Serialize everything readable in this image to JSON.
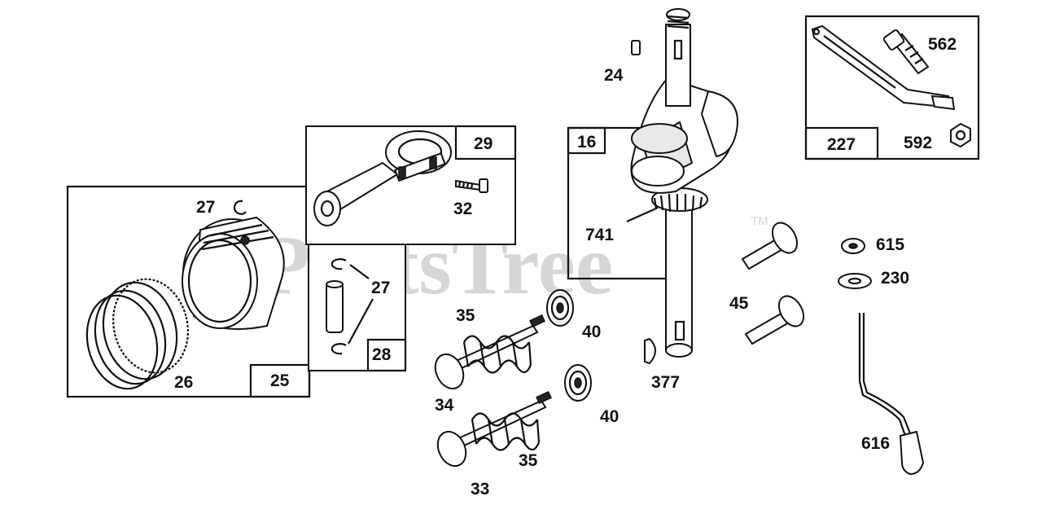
{
  "watermark": {
    "text": "PartsTree",
    "trademark": "TM"
  },
  "boxes": {
    "piston_box": "25",
    "rod_box": "29",
    "pin_box": "28",
    "crank_box": "16",
    "lever_box": "227"
  },
  "callouts": {
    "clip_top": "27",
    "clip_pin": "27",
    "rings": "26",
    "rod_bolt": "32",
    "key_top": "24",
    "gear": "741",
    "bolt_562": "562",
    "nut_592": "592",
    "retainer": "615",
    "washer": "230",
    "tappet": "45",
    "rotator_upper": "40",
    "rotator_lower": "40",
    "spring_upper": "35",
    "spring_lower": "35",
    "valve_exhaust": "34",
    "valve_intake": "33",
    "woodruff_key": "377",
    "link_rod": "616"
  }
}
